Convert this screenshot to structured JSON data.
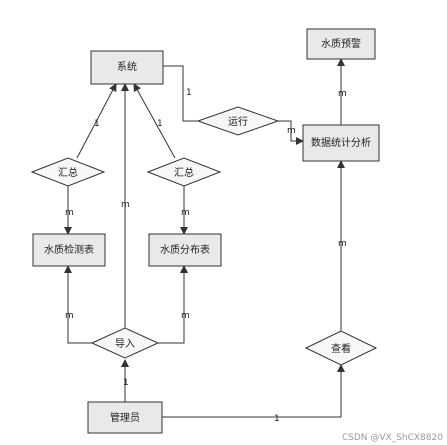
{
  "entities": {
    "system": "系统",
    "water_warning": "水质预警",
    "data_analysis": "数据统计分析",
    "water_test_table": "水质检测表",
    "water_dist_table": "水质分布表",
    "admin": "管理员"
  },
  "relations": {
    "run": "运行",
    "summary_left": "汇总",
    "summary_right": "汇总",
    "import": "导入",
    "view": "查看"
  },
  "cardinalities": {
    "sys_run": "1",
    "run_analysis": "m",
    "analysis_warning": "m",
    "sum_left_sys": "1",
    "sum_left_table": "m",
    "sum_right_sys": "1",
    "sum_right_table": "m",
    "import_sys": "m",
    "import_test": "m",
    "import_dist": "m",
    "admin_import": "1",
    "admin_view": "1",
    "view_analysis": "m"
  },
  "watermark": "CSDN @VX_ShCX8820"
}
